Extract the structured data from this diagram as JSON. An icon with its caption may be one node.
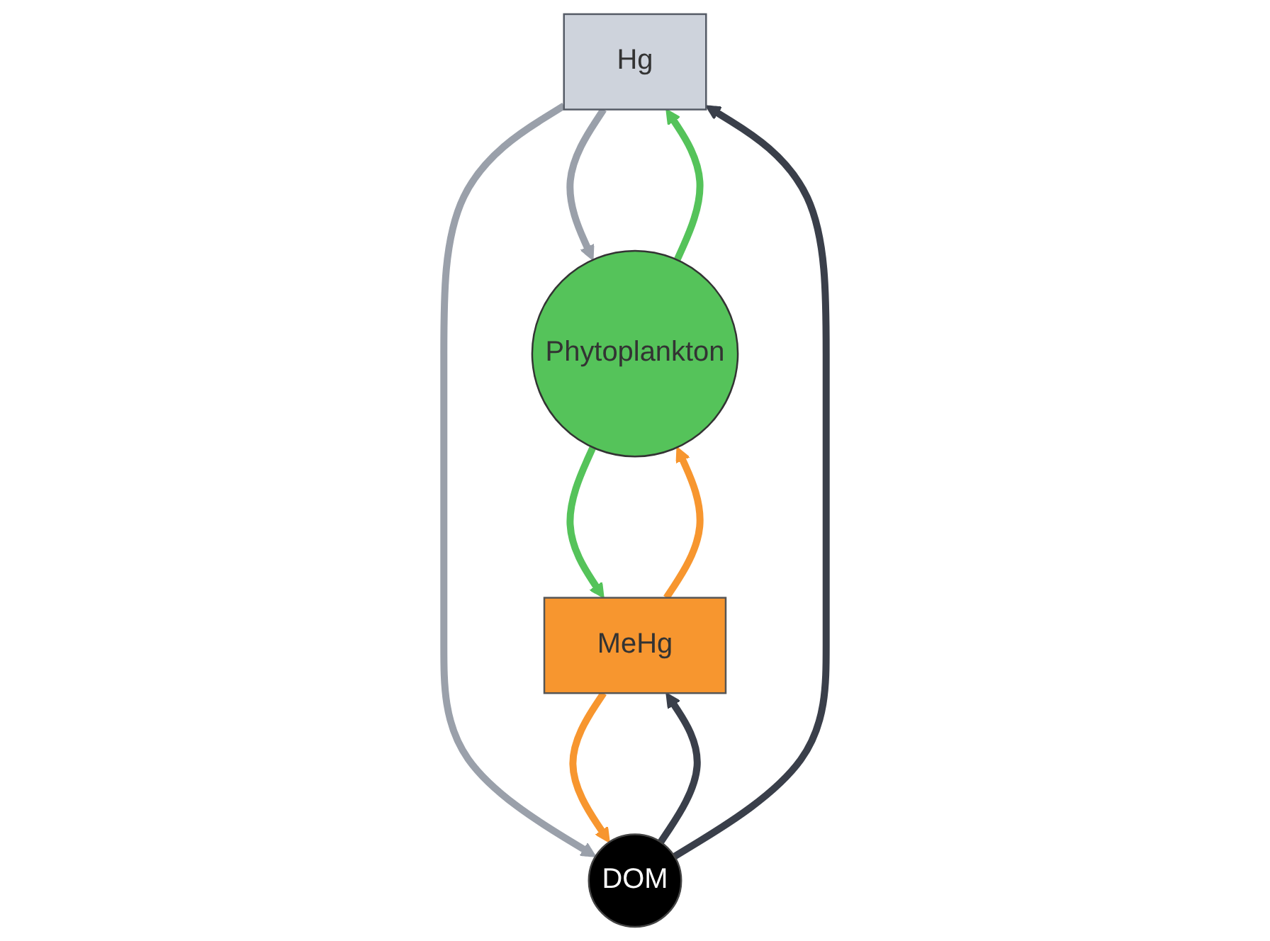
{
  "diagram": {
    "nodes": [
      {
        "text": [
          "Hg"
        ]
      },
      {
        "text": [
          "Phytoplankton"
        ]
      },
      {
        "text": [
          "DOM"
        ]
      },
      {
        "text": [
          "MeHg"
        ]
      }
    ],
    "edges": [
      {
        "from": 1,
        "to": 0,
        "arrow": "to",
        "color": "#55c35a"
      },
      {
        "from": 0,
        "to": 1,
        "arrow": "to",
        "color": "#9aa0aa"
      },
      {
        "from": 0,
        "to": 2,
        "arrow": "to",
        "color": "#9aa0aa"
      },
      {
        "from": 3,
        "to": 1,
        "arrow": "to",
        "color": "#f7962f"
      },
      {
        "from": 3,
        "to": 2,
        "arrow": "to",
        "color": "#f7962f"
      },
      {
        "from": 1,
        "to": 3,
        "arrow": "to",
        "color": "#55c35a"
      },
      {
        "from": 2,
        "to": 3,
        "arrow": "to",
        "color": "#3a3f4a"
      },
      {
        "from": 2,
        "to": 0,
        "arrow": "to",
        "color": "#3a3f4a"
      }
    ]
  }
}
